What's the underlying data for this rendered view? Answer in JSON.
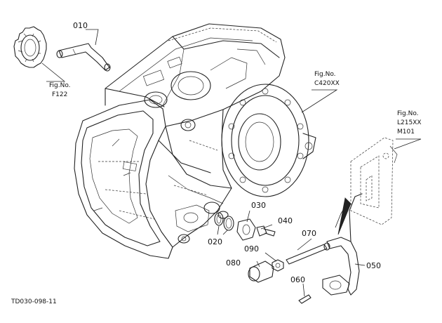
{
  "diagram_id": "TD030-098-11",
  "callouts": [
    {
      "id": "010",
      "text": "010"
    },
    {
      "id": "020",
      "text": "020"
    },
    {
      "id": "030",
      "text": "030"
    },
    {
      "id": "040",
      "text": "040"
    },
    {
      "id": "050",
      "text": "050"
    },
    {
      "id": "060",
      "text": "060"
    },
    {
      "id": "070",
      "text": "070"
    },
    {
      "id": "080",
      "text": "080"
    },
    {
      "id": "090",
      "text": "090"
    }
  ],
  "figure_refs": [
    {
      "line1": "Fig.No.",
      "line2": "F122",
      "line3": ""
    },
    {
      "line1": "Fig.No.",
      "line2": "C420XX",
      "line3": ""
    },
    {
      "line1": "Fig.No.",
      "line2": "L215XX",
      "line3": "M101"
    }
  ]
}
